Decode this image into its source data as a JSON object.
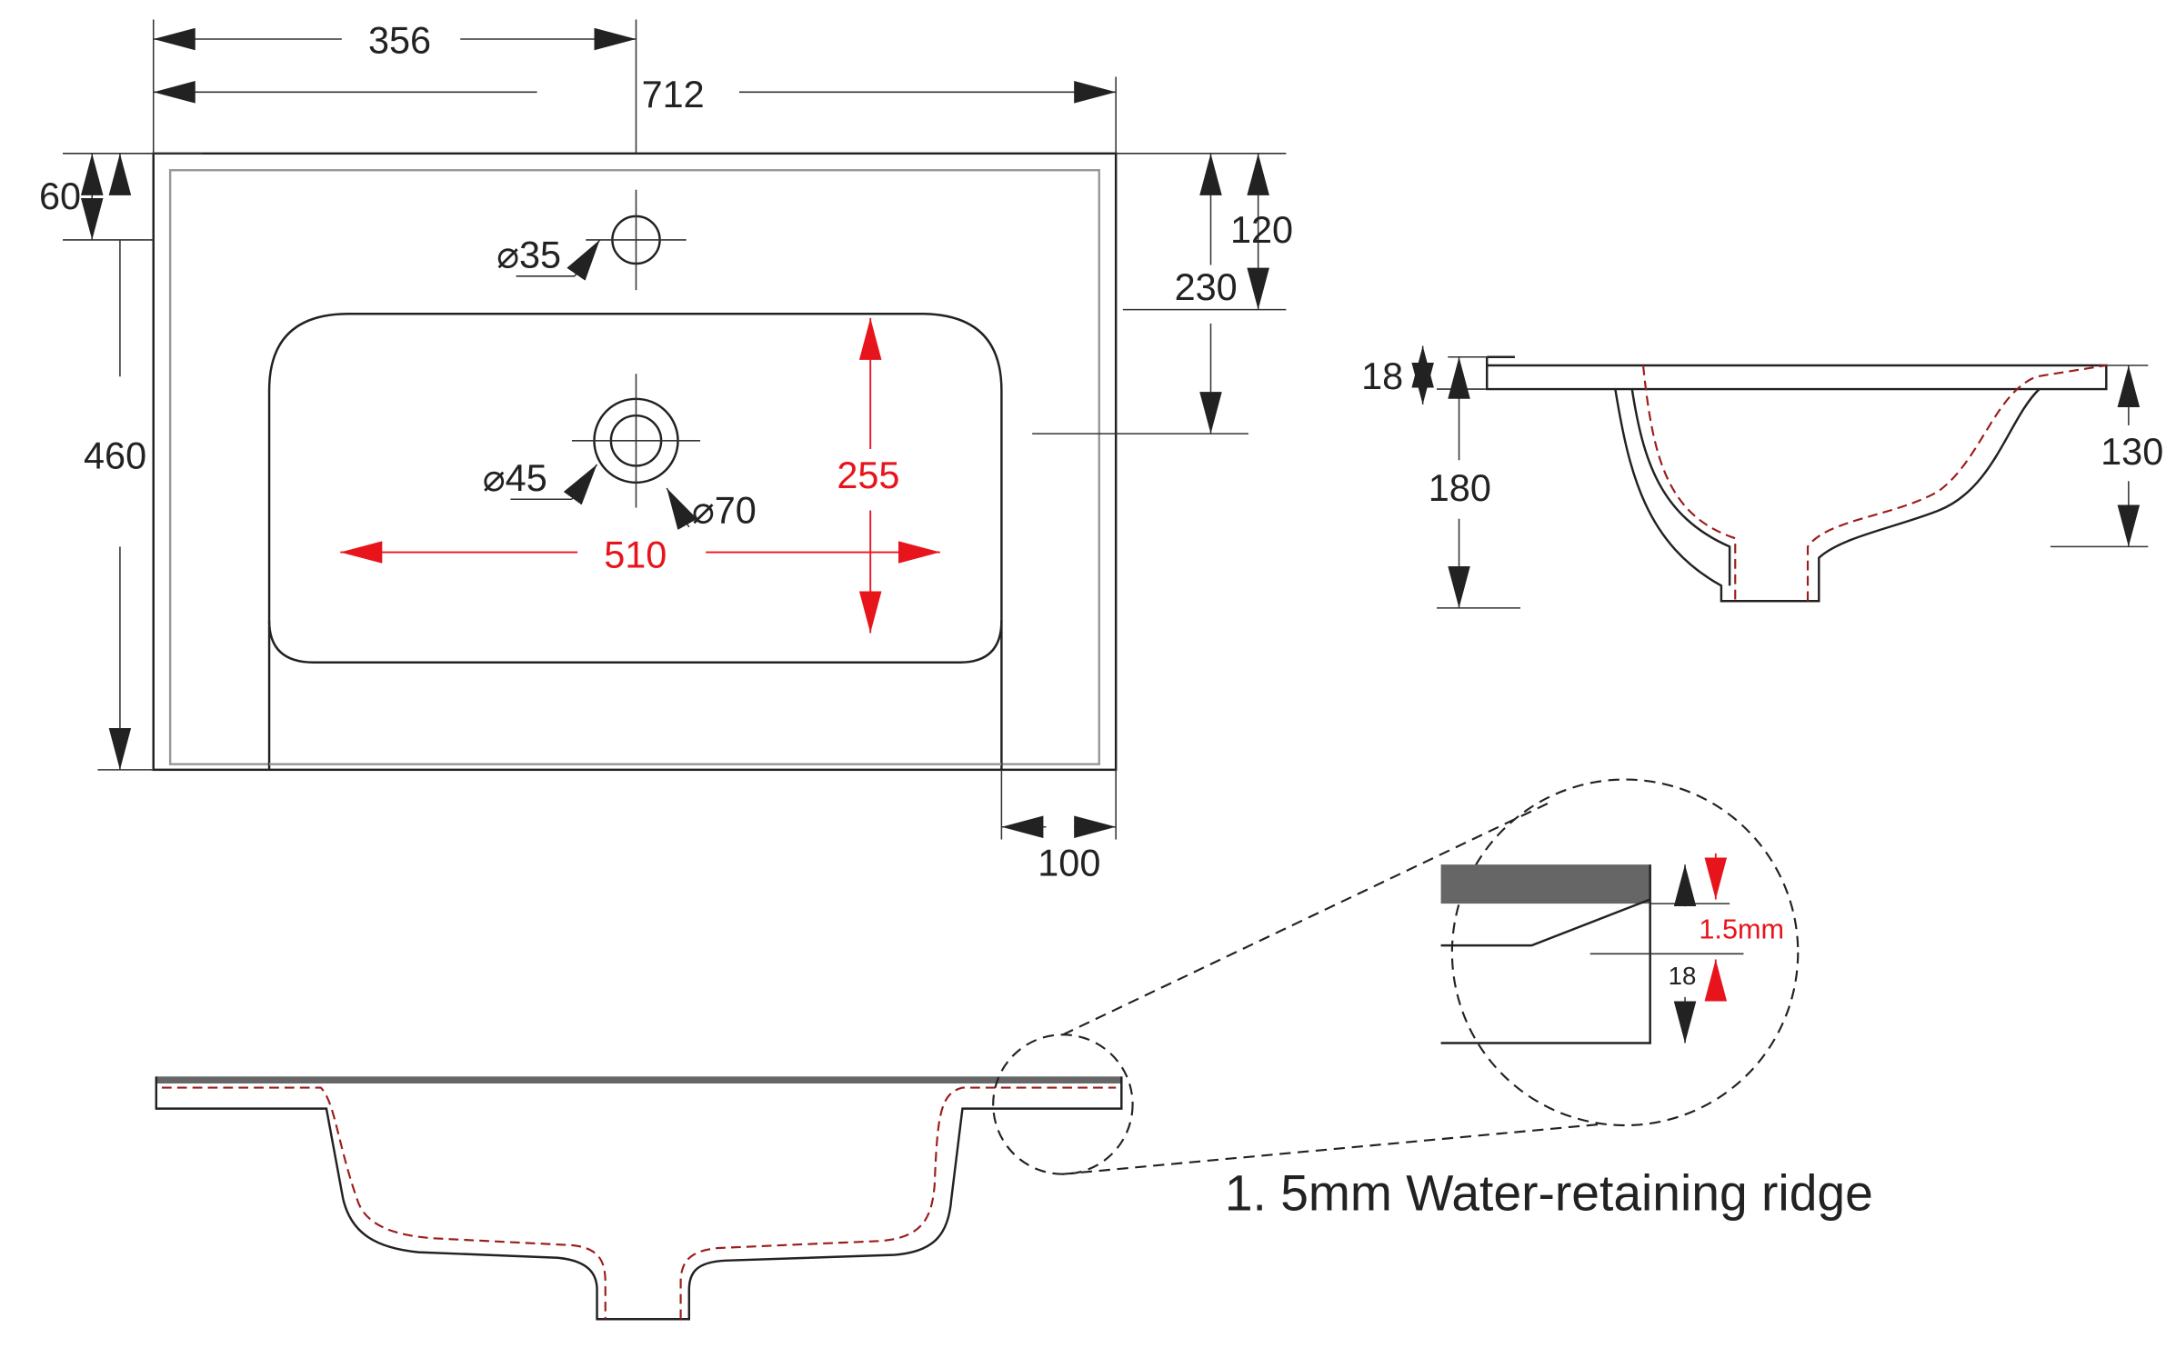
{
  "top_view": {
    "half_width": "356",
    "overall_width": "712",
    "back_margin": "60",
    "overall_depth": "460",
    "tap_offset": "120",
    "drain_offset": "230",
    "tap_hole": "⌀35",
    "drain_inner": "⌀45",
    "drain_outer": "⌀70",
    "bowl_depth": "255",
    "bowl_width": "510",
    "front_edge": "100"
  },
  "side_view": {
    "slab_thickness": "18",
    "total_height": "180",
    "bowl_height": "130"
  },
  "detail_view": {
    "ridge_height": "1.5mm",
    "slab_thickness": "18",
    "caption": "1. 5mm Water-retaining ridge"
  },
  "colors": {
    "accent": "#e8141c",
    "line": "#222222",
    "ridge_fill": "#666666"
  }
}
